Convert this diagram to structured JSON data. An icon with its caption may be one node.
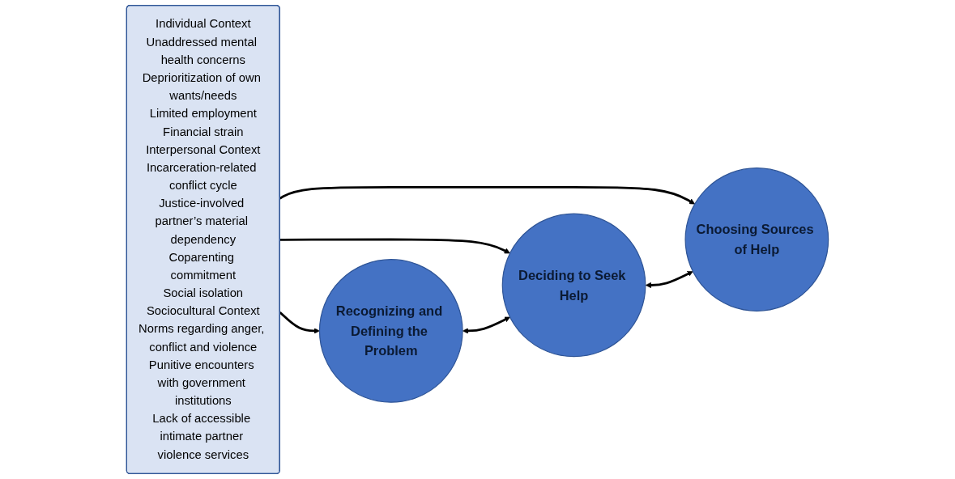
{
  "diagram": {
    "nodes": [
      {
        "text": [
          "Individual Context",
          "Unaddressed mental health concerns",
          "Deprioritization of own wants/needs",
          "Limited employment",
          "Financial strain",
          "Interpersonal Context",
          "Incarceration-related conflict cycle",
          "Justice-involved partner’s material dependency",
          "Coparenting commitment",
          "Social isolation",
          "Sociocultural Context",
          "Norms regarding anger, conflict and violence",
          "Punitive encounters with government institutions",
          "Lack of accessible intimate partner violence services"
        ]
      },
      {
        "text": [
          "Recognizing and Defining the Problem"
        ]
      },
      {
        "text": [
          "Deciding to Seek Help"
        ]
      },
      {
        "text": [
          "Choosing Sources of Help"
        ]
      }
    ],
    "edges": [
      {
        "from": 0,
        "to": 1,
        "arrow": "to"
      },
      {
        "from": 0,
        "to": 2,
        "arrow": "to"
      },
      {
        "from": 0,
        "to": 3,
        "arrow": "to"
      },
      {
        "from": 1,
        "to": 2,
        "arrow": "both"
      },
      {
        "from": 2,
        "to": 3,
        "arrow": "both"
      }
    ]
  }
}
